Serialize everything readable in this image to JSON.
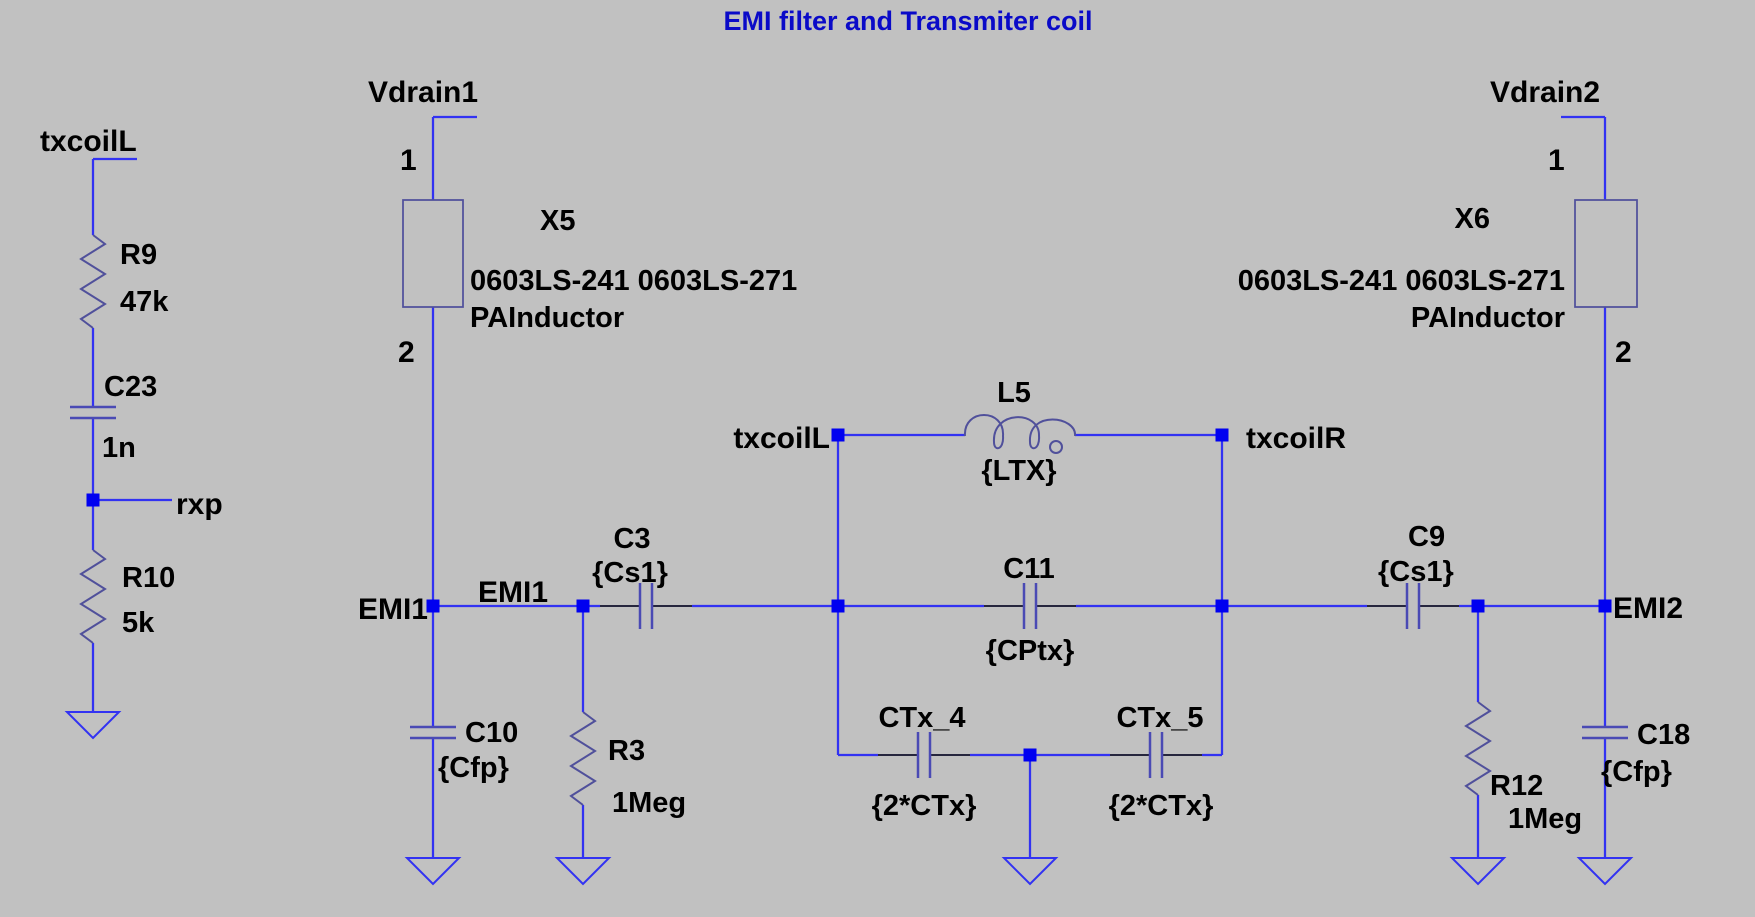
{
  "title": {
    "text": "EMI filter and Transmiter coil"
  },
  "colors": {
    "background": "#c1c1c1",
    "wire": "#3232f2",
    "junction": "#0000f0",
    "symbol": "#50509b",
    "cap_plate": "#4a4ab4",
    "cap_lead": "#26263e",
    "title_text": "#0a0ac8",
    "label_text": "#000000"
  },
  "nets": {
    "vdrain1": "Vdrain1",
    "vdrain2": "Vdrain2",
    "txcoil_l": "txcoilL",
    "txcoil_r": "txcoilR",
    "rxp": "rxp",
    "emi1": "EMI1",
    "emi2": "EMI2"
  },
  "pins": {
    "one": "1",
    "two": "2"
  },
  "components": {
    "r9": {
      "ref": "R9",
      "value": "47k"
    },
    "r10": {
      "ref": "R10",
      "value": "5k"
    },
    "r3": {
      "ref": "R3",
      "value": "1Meg"
    },
    "r12": {
      "ref": "R12",
      "value": "1Meg"
    },
    "c23": {
      "ref": "C23",
      "value": "1n"
    },
    "c10": {
      "ref": "C10",
      "value": "{Cfp}"
    },
    "c18": {
      "ref": "C18",
      "value": "{Cfp}"
    },
    "c3": {
      "ref": "C3",
      "value": "{Cs1}"
    },
    "c9": {
      "ref": "C9",
      "value": "{Cs1}"
    },
    "c11": {
      "ref": "C11",
      "value": "{CPtx}"
    },
    "ctx4": {
      "ref": "CTx_4",
      "value": "{2*CTx}"
    },
    "ctx5": {
      "ref": "CTx_5",
      "value": "{2*CTx}"
    },
    "l5": {
      "ref": "L5",
      "value": "{LTX}"
    },
    "x5": {
      "ref": "X5",
      "models": "0603LS-241 0603LS-271",
      "subckt": "PAInductor"
    },
    "x6": {
      "ref": "X6",
      "models": "0603LS-241 0603LS-271",
      "subckt": "PAInductor"
    }
  }
}
